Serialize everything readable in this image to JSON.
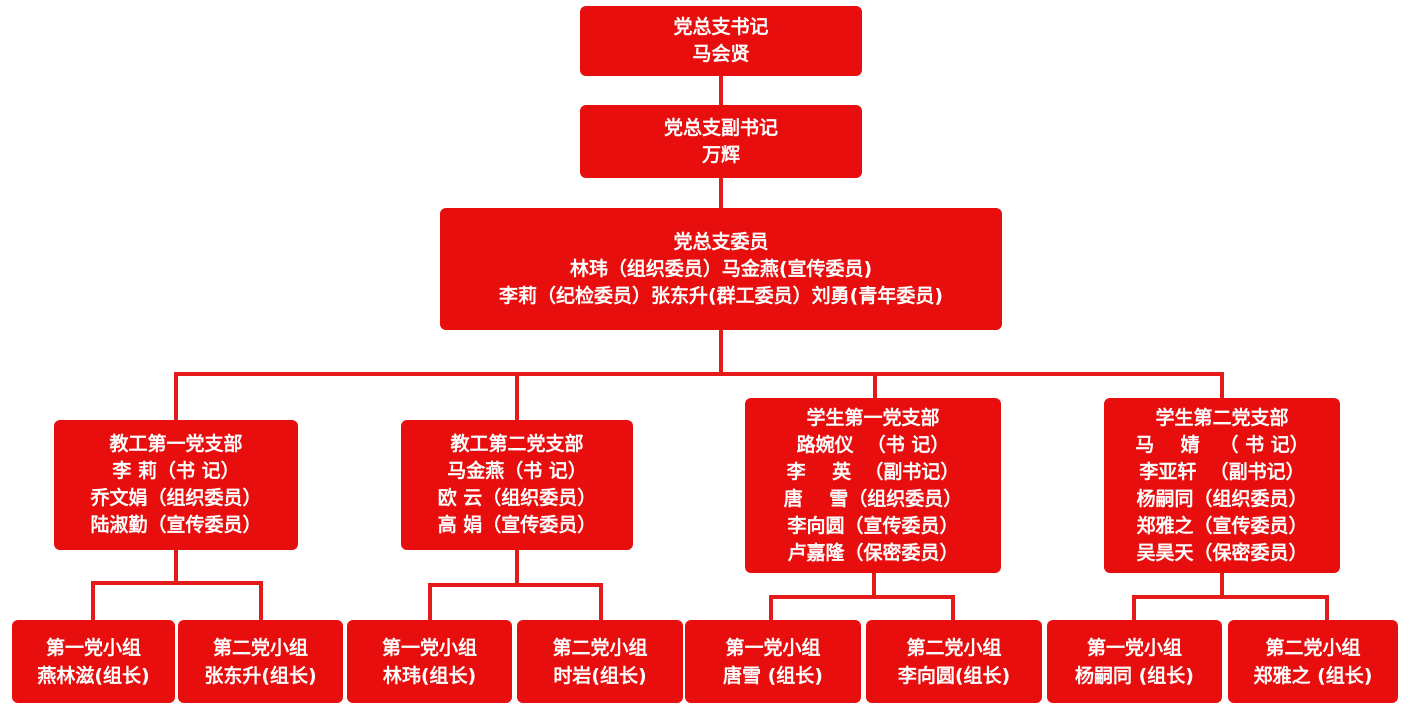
{
  "colors": {
    "box": "#E80E0E",
    "line": "#E51A1A",
    "text": "#FFFFFF"
  },
  "secretary": {
    "title": "党总支书记",
    "name": "马会贤"
  },
  "vice_secretary": {
    "title": "党总支副书记",
    "name": "万辉"
  },
  "committee": {
    "title": "党总支委员",
    "lines": [
      "林玮（组织委员）马金燕(宣传委员)",
      "李莉（纪检委员）张东升(群工委员）刘勇(青年委员)"
    ]
  },
  "branches": [
    {
      "title": "教工第一党支部",
      "lines": [
        "李 莉（书 记）",
        "乔文娟（组织委员）",
        "陆淑勤（宣传委员）"
      ],
      "groups": [
        {
          "name": "第一党小组",
          "leader": "燕林滋(组长)"
        },
        {
          "name": "第二党小组",
          "leader": "张东升(组长)"
        }
      ]
    },
    {
      "title": "教工第二党支部",
      "lines": [
        "马金燕（书 记）",
        "欧 云（组织委员）",
        "高 娟（宣传委员）"
      ],
      "groups": [
        {
          "name": "第一党小组",
          "leader": "林玮(组长)"
        },
        {
          "name": "第二党小组",
          "leader": "时岩(组长)"
        }
      ]
    },
    {
      "title": "学生第一党支部",
      "lines": [
        "路婉仪  （书 记）",
        "李    英  （副书记）",
        "唐    雪（组织委员）",
        "李向圆（宣传委员）",
        "卢嘉隆（保密委员）"
      ],
      "groups": [
        {
          "name": "第一党小组",
          "leader": "唐雪 (组长)"
        },
        {
          "name": "第二党小组",
          "leader": "李向圆(组长)"
        }
      ]
    },
    {
      "title": "学生第二党支部",
      "lines": [
        "马    婧   （ 书 记）",
        "李亚轩  （副书记）",
        "杨嗣同（组织委员）",
        "郑雅之（宣传委员）",
        "吴昊天（保密委员）"
      ],
      "groups": [
        {
          "name": "第一党小组",
          "leader": "杨嗣同 (组长)"
        },
        {
          "name": "第二党小组",
          "leader": "郑雅之 (组长)"
        }
      ]
    }
  ]
}
